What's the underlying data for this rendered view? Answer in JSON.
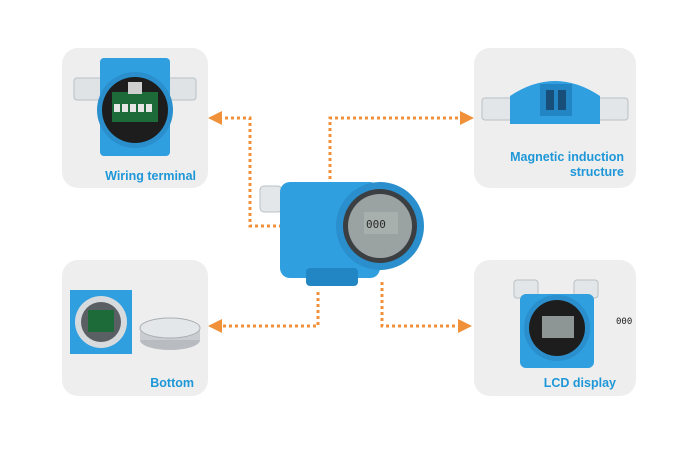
{
  "colors": {
    "accent": "#1e97d8",
    "connector": "#f0913a",
    "panel": "#eeeeee",
    "device_blue": "#2f9fe0"
  },
  "panels": {
    "wiring_terminal": {
      "label": "Wiring terminal"
    },
    "magnetic_induction": {
      "label_line1": "Magnetic induction",
      "label_line2": "structure"
    },
    "bottom": {
      "label": "Bottom"
    },
    "lcd_display": {
      "label": "LCD display"
    }
  },
  "display": {
    "reading": "000"
  }
}
